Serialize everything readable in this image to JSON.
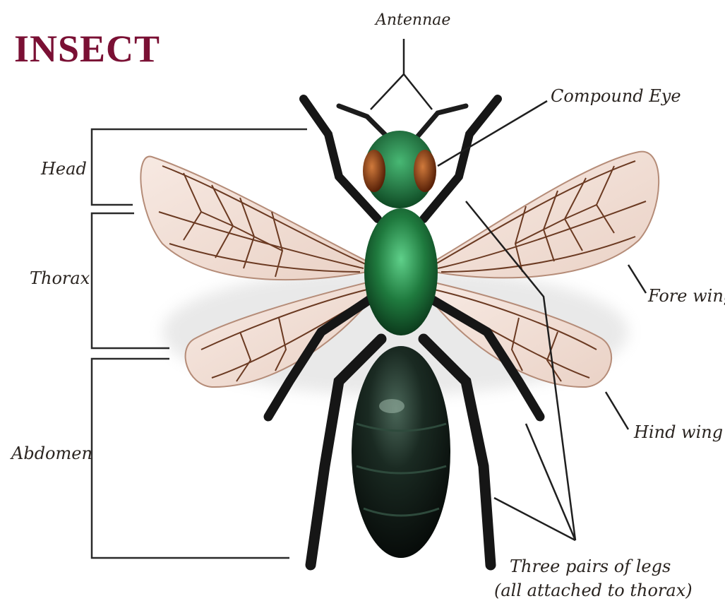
{
  "title": "Insect",
  "labels": {
    "antennae": "Antennae",
    "compound_eye": "Compound Eye",
    "head": "Head",
    "thorax": "Thorax",
    "abdomen": "Abdomen",
    "fore_wing": "Fore wing",
    "hind_wing": "Hind wing",
    "legs_line1": "Three pairs of legs",
    "legs_line2": "(all attached to thorax)"
  },
  "colors": {
    "title": "#7a1034",
    "thorax": "#1f7a3e",
    "abdomen": "#14201a",
    "wing": "#f3e1d8",
    "vein": "#6b3a22",
    "eye": "#8a3a12",
    "leg": "#161616"
  }
}
